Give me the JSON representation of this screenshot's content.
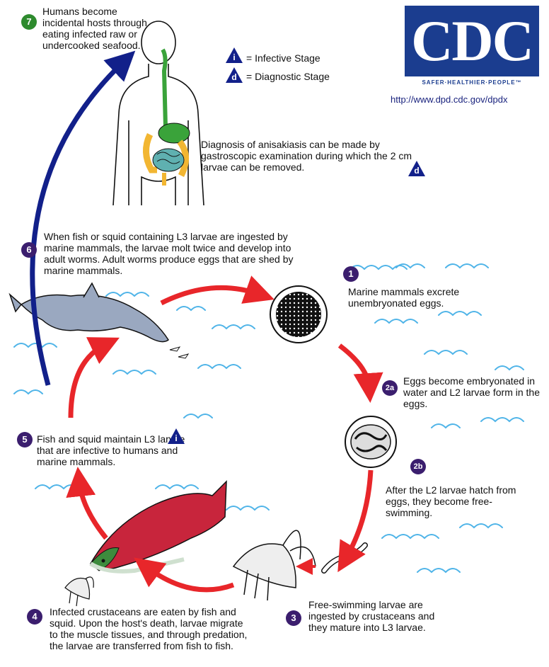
{
  "colors": {
    "red_arrow": "#e8262a",
    "blue_arrow": "#12208a",
    "water": "#4fb4e8",
    "badge": "#3b1e6e",
    "badge_green": "#2e8b2e",
    "cdc_blue": "#1b3d8f"
  },
  "logo": {
    "text": "CDC",
    "tagline": "SAFER·HEALTHIER·PEOPLE™",
    "url": "http://www.dpd.cdc.gov/dpdx"
  },
  "legend": {
    "infective_symbol": "i",
    "infective_label": "= Infective Stage",
    "diagnostic_symbol": "d",
    "diagnostic_label": "= Diagnostic Stage"
  },
  "diagnosis": {
    "text": "Diagnosis of anisakiasis can be made by gastroscopic examination during which the 2 cm larvae can be removed."
  },
  "steps": [
    {
      "badge": "1",
      "text": "Marine mammals excrete unembryonated eggs."
    },
    {
      "badge": "2a",
      "text": "Eggs become embryonated in water and L2 larvae form in the eggs."
    },
    {
      "badge": "2b",
      "text": "After the L2 larvae hatch from eggs, they become free-swimming."
    },
    {
      "badge": "3",
      "text": "Free-swimming larvae are ingested by crustaceans and they mature into L3 larvae."
    },
    {
      "badge": "4",
      "text": "Infected crustaceans are eaten by fish and squid.  Upon the host's death, larvae migrate to the muscle tissues, and through predation, the larvae are transferred from fish to fish."
    },
    {
      "badge": "5",
      "text": "Fish and squid maintain L3 larvae that are infective to humans and marine mammals."
    },
    {
      "badge": "6",
      "text": "When fish or squid containing L3 larvae are ingested by marine mammals, the larvae molt twice and develop into adult worms.  Adult worms produce eggs that are shed by marine mammals."
    },
    {
      "badge": "7",
      "text": "Humans become incidental hosts through eating infected raw or undercooked seafood."
    }
  ]
}
